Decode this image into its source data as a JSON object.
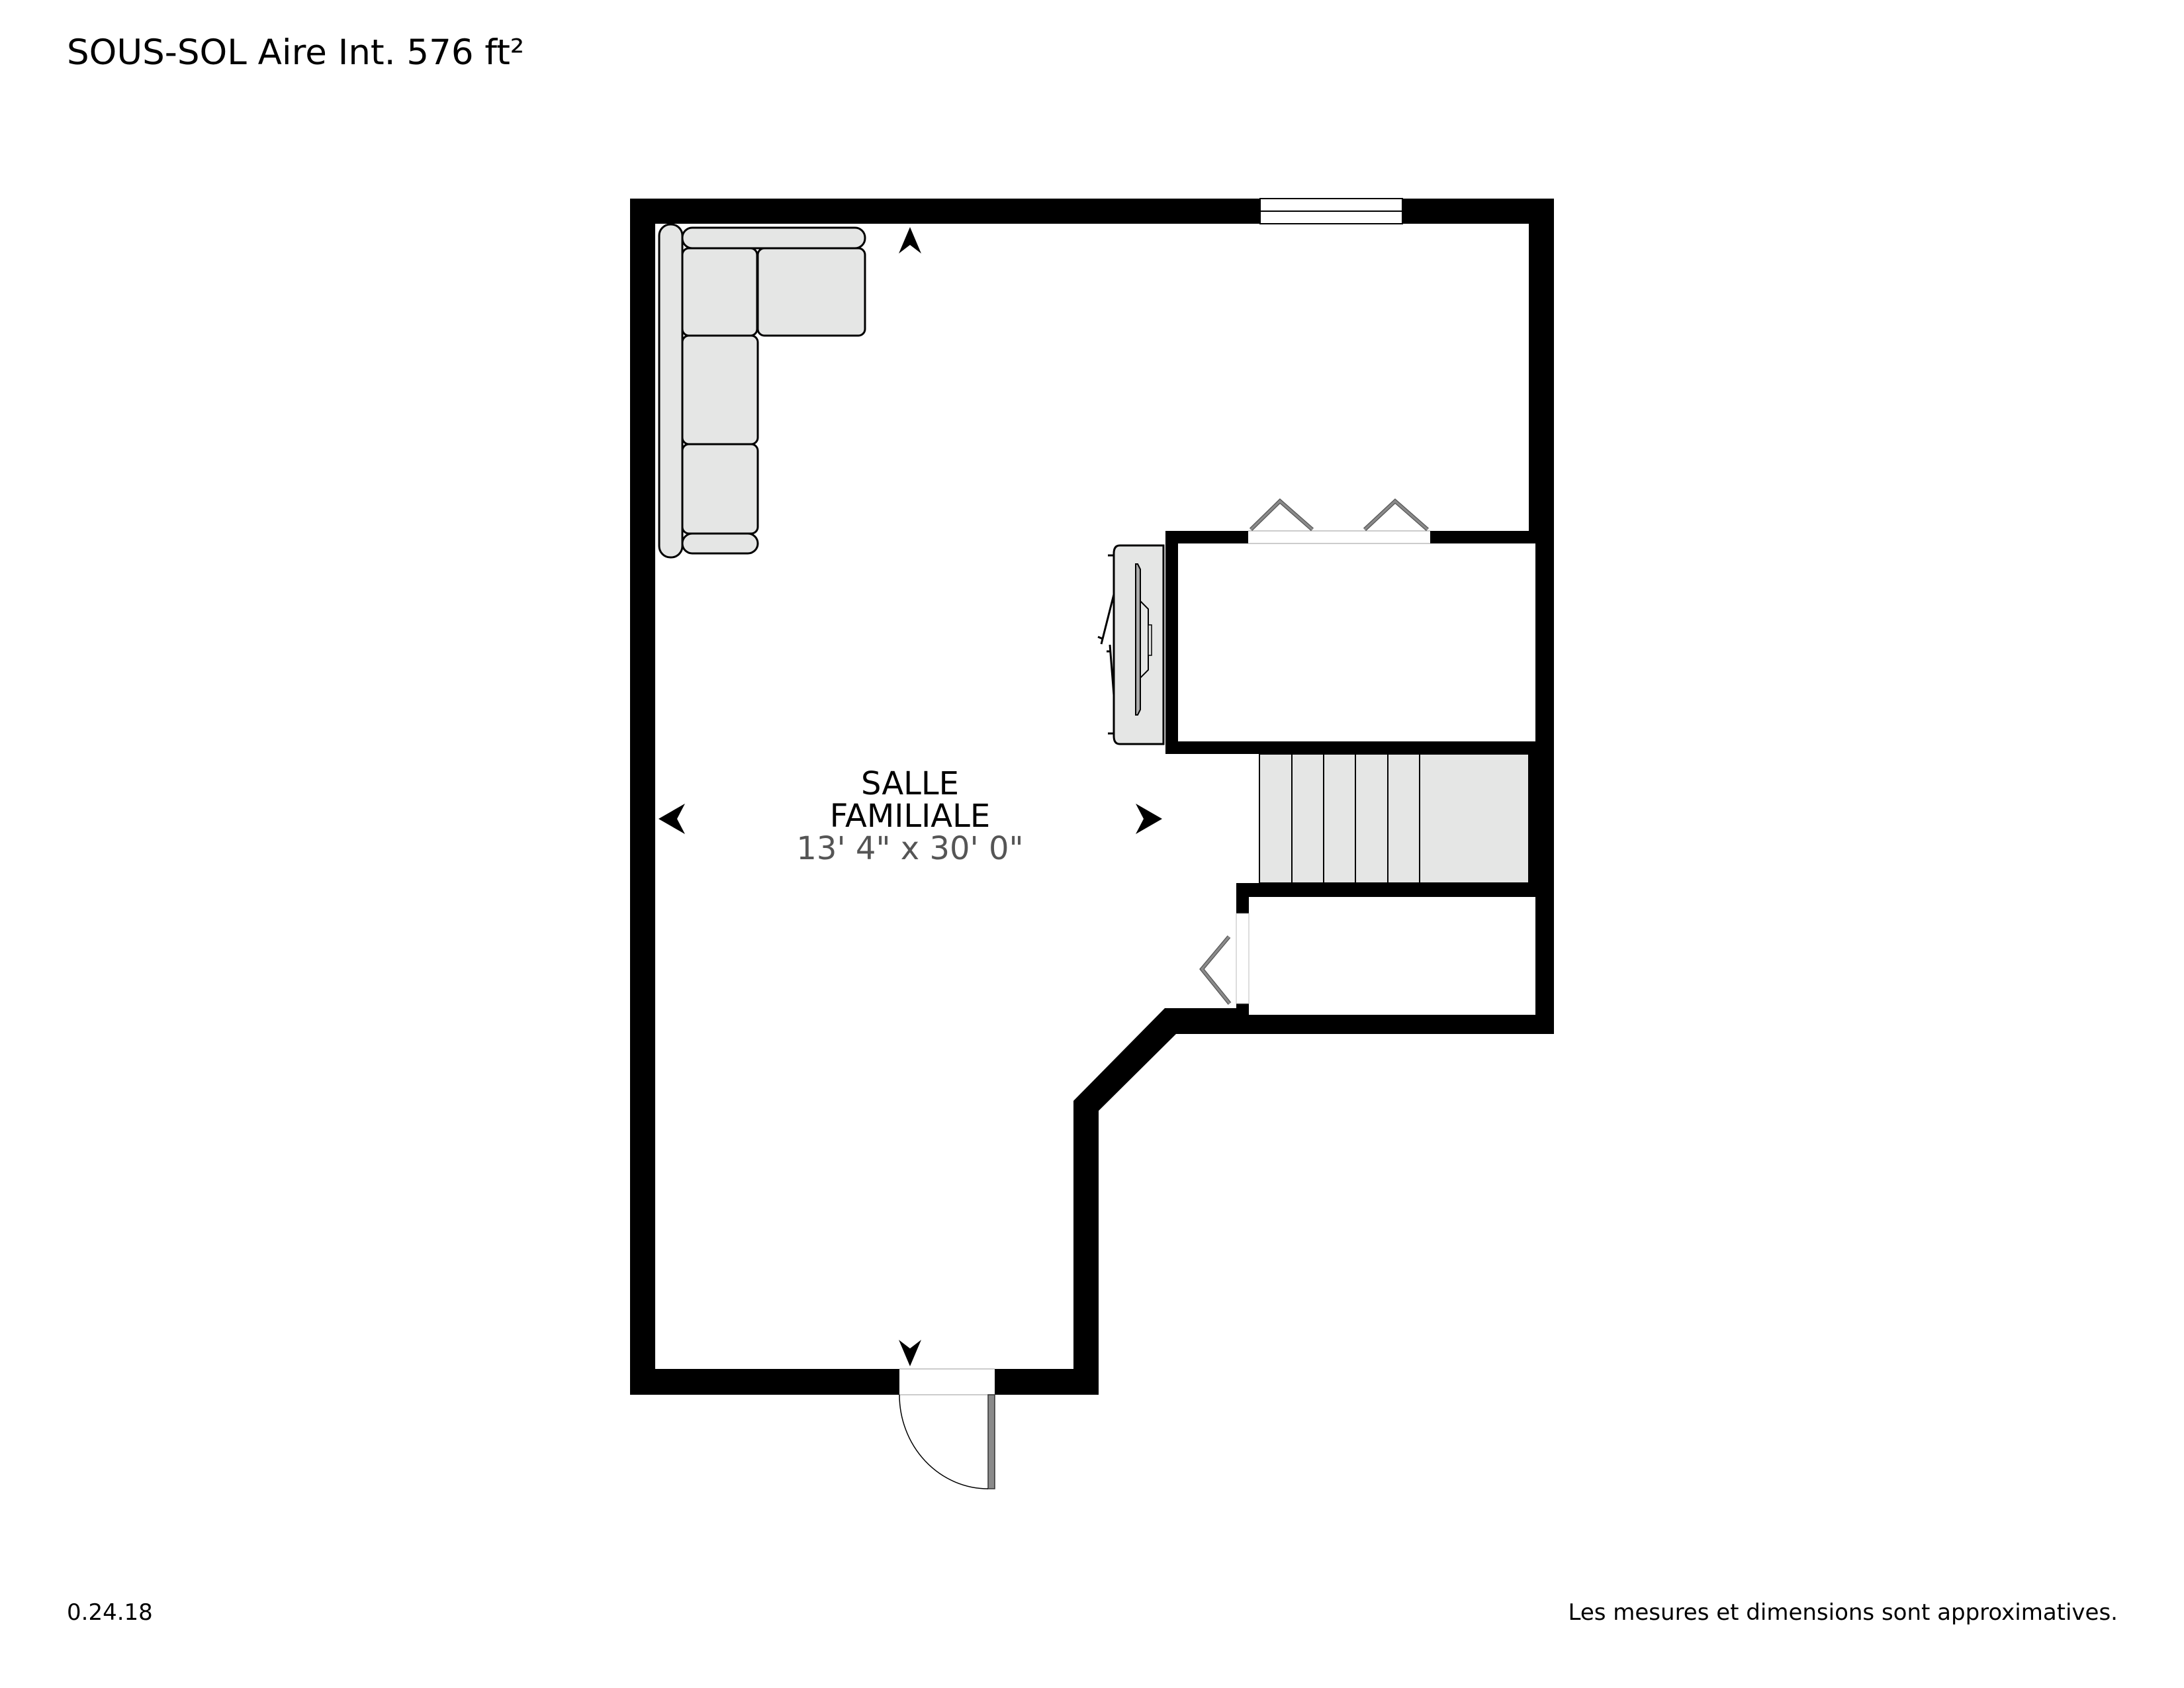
{
  "header": {
    "title": "SOUS-SOL Aire Int. 576 ft²"
  },
  "rooms": [
    {
      "name": "SALLE FAMILIALE",
      "dimensions": "13' 4\" x 30' 0\""
    }
  ],
  "footer": {
    "version": "0.24.18",
    "disclaimer": "Les mesures et dimensions sont approximatives."
  },
  "features": {
    "furniture": [
      "sectional-sofa",
      "tv-stand-with-tv"
    ],
    "openings": [
      "window-top-wall",
      "bifold-closet-door-top",
      "bifold-closet-door-lower",
      "entry-door-bottom",
      "staircase"
    ],
    "dimension-arrows": [
      "arrow-up",
      "arrow-down",
      "arrow-left",
      "arrow-right"
    ]
  },
  "colors": {
    "wall": "#000000",
    "furniture_fill": "#e5e6e5",
    "door_leaf": "#8a8a8a",
    "dimension_text": "#555555"
  }
}
